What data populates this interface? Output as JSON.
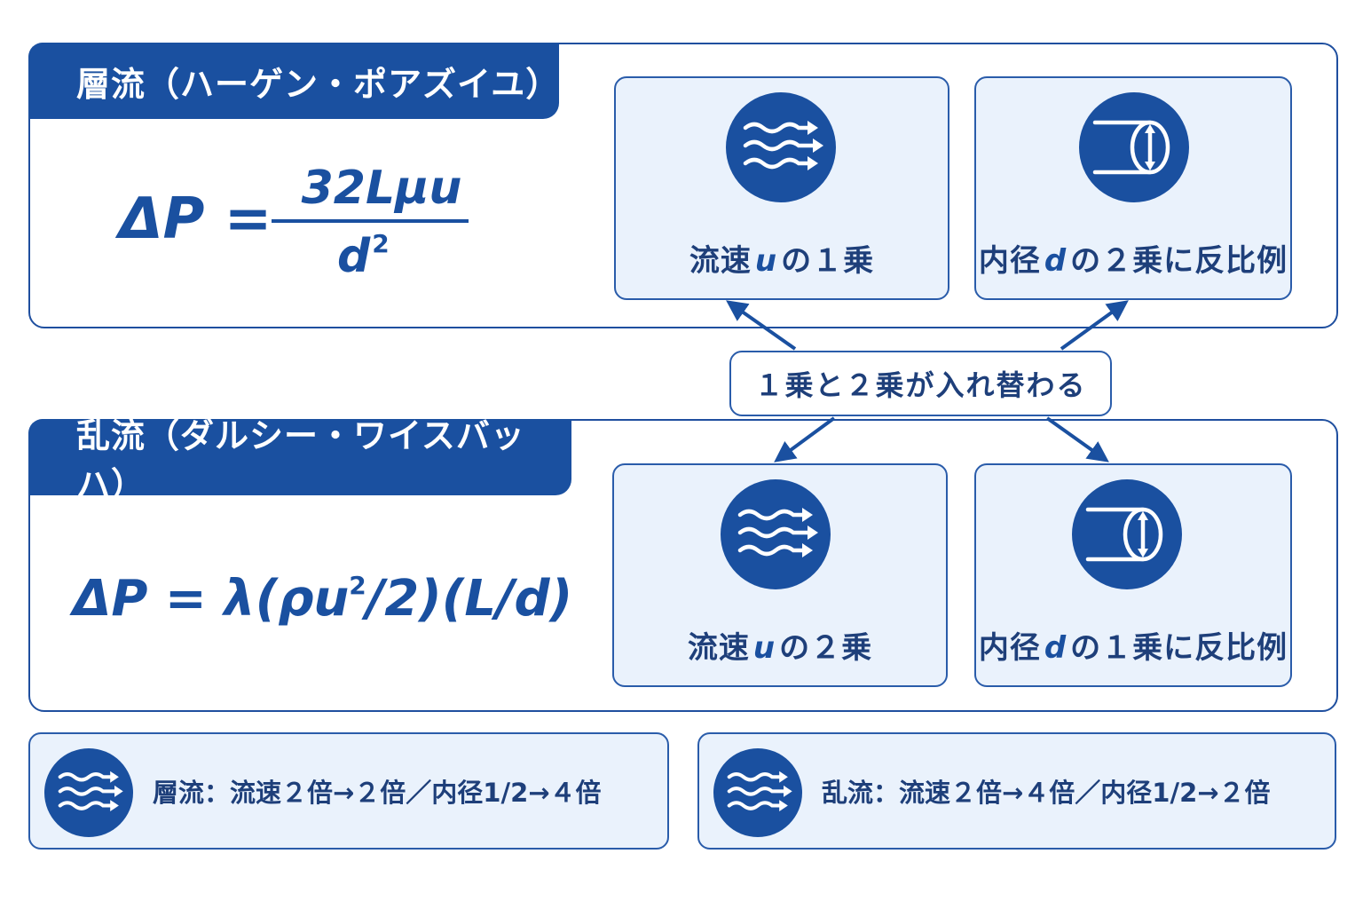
{
  "colors": {
    "primary": "#1a50a0",
    "card_bg": "#eaf2fc",
    "border": "#2a5caa",
    "text": "#1e3f7a"
  },
  "laminar": {
    "title": "層流（ハーゲン・ポアズイユ）",
    "formula": {
      "lhs": "ΔP =",
      "numerator": "32Lμu",
      "denominator": "d",
      "denominator_exp": "2"
    },
    "cards": [
      {
        "icon": "flow-arrows-icon",
        "pre": "流速",
        "var": "u",
        "post": "の１乗"
      },
      {
        "icon": "pipe-diameter-icon",
        "pre": "内径",
        "var": "d",
        "post": "の２乗に反比例"
      }
    ]
  },
  "center_label": "１乗と２乗が入れ替わる",
  "turbulent": {
    "title": "乱流（ダルシー・ワイスバッハ）",
    "formula": {
      "part1": "ΔP = λ(ρu",
      "exp": "2",
      "part2": "/2)(L/d)"
    },
    "cards": [
      {
        "icon": "flow-arrows-icon",
        "pre": "流速",
        "var": "u",
        "post": "の２乗"
      },
      {
        "icon": "pipe-diameter-icon",
        "pre": "内径",
        "var": "d",
        "post": "の１乗に反比例"
      }
    ]
  },
  "summary": [
    {
      "icon": "flow-arrows-icon",
      "text": "層流：流速２倍→２倍／内径1/2→４倍"
    },
    {
      "icon": "flow-arrows-icon",
      "text": "乱流：流速２倍→４倍／内径1/2→２倍"
    }
  ]
}
